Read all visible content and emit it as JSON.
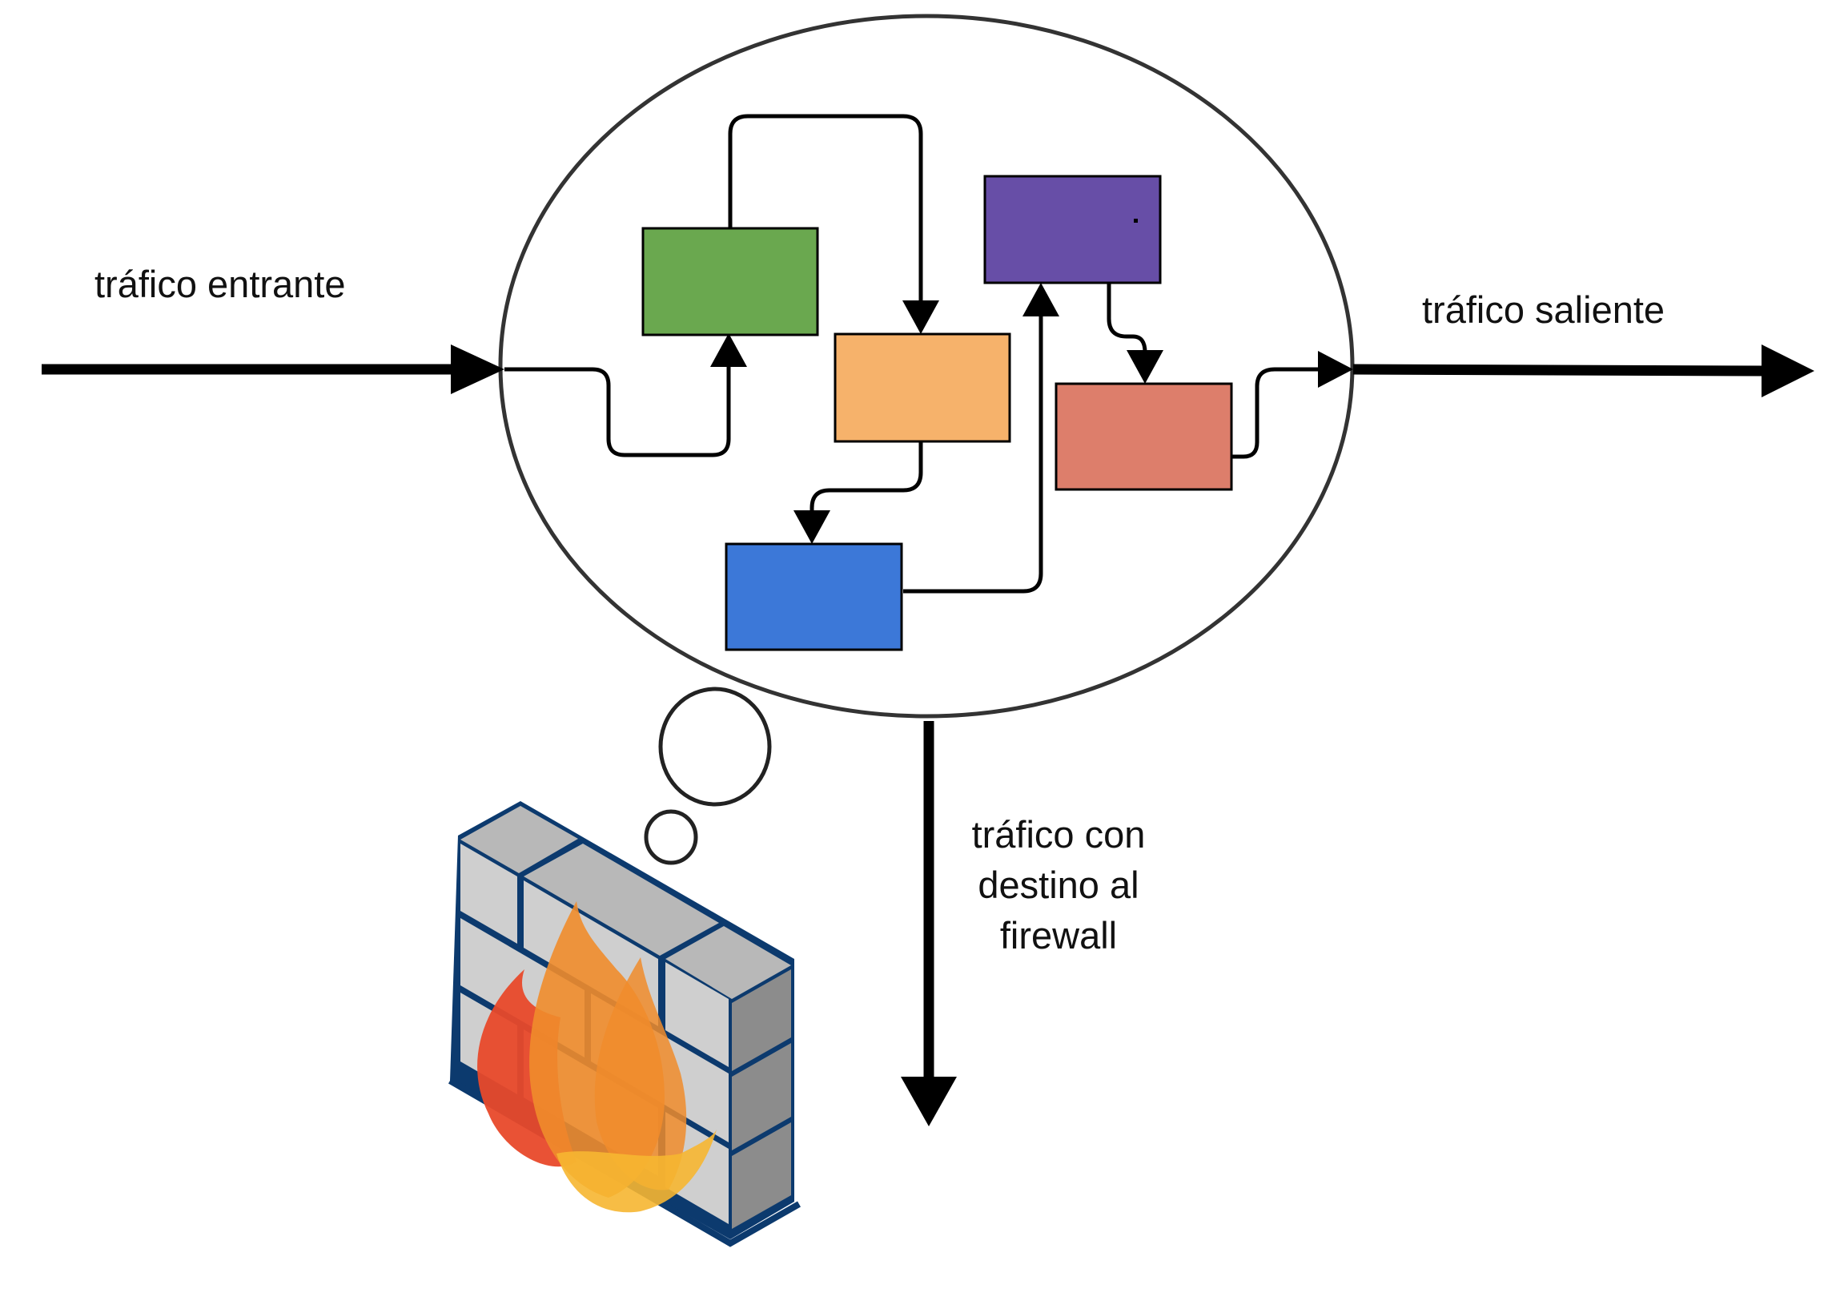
{
  "labels": {
    "incoming": "tráfico entrante",
    "outgoing": "tráfico saliente",
    "to_firewall": [
      "tráfico con",
      "destino al",
      "firewall"
    ]
  },
  "icons": {
    "firewall": "firewall-brick-wall-with-flames-icon",
    "thought_bubble": "thought-bubble-icon"
  },
  "colors": {
    "green_box": "#6aa84f",
    "orange_box": "#f6b26b",
    "blue_box": "#3c78d8",
    "purple_box": "#674ea7",
    "salmon_box": "#dd7e6b",
    "line": "#000000",
    "brick_face": "#cfcfcf",
    "brick_top": "#b8b8b8",
    "brick_side": "#8c8c8c",
    "mortar": "#0c3a6e",
    "flame_red": "#e8492a",
    "flame_orange": "#f08c2b",
    "flame_yellow": "#f6b631"
  }
}
